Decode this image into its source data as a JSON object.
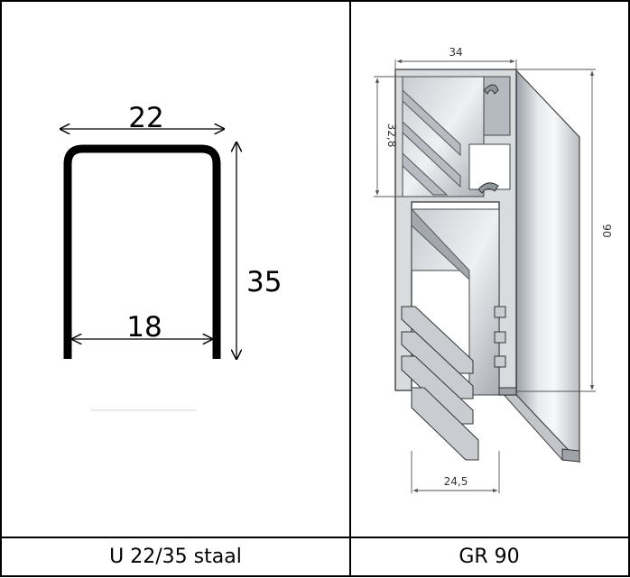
{
  "left_profile": {
    "top_width": "22",
    "inner_width": "18",
    "height": "35"
  },
  "right_profile": {
    "width": "34",
    "upper_chamber": "32,8",
    "height": "90",
    "slot_width": "24,5"
  },
  "captions": {
    "left": "U 22/35 staal",
    "right": "GR 90"
  }
}
